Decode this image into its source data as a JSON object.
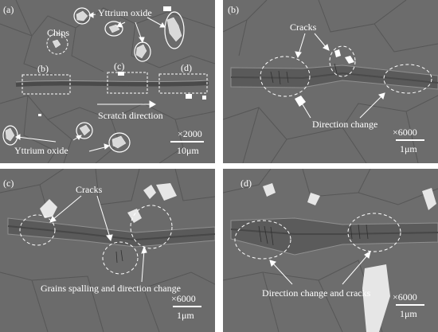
{
  "panels": [
    {
      "id": "a",
      "label": "(a)",
      "annotations": {
        "yttrium_oxide_top": "Yttrium oxide",
        "chips": "Chips",
        "region_b": "(b)",
        "region_c": "(c)",
        "region_d": "(d)",
        "scratch_direction": "Scratch direction",
        "yttrium_oxide_bottom": "Yttrium oxide"
      },
      "magnification": "×2000",
      "scale": "10μm"
    },
    {
      "id": "b",
      "label": "(b)",
      "annotations": {
        "cracks": "Cracks",
        "direction_change": "Direction change"
      },
      "magnification": "×6000",
      "scale": "1μm"
    },
    {
      "id": "c",
      "label": "(c)",
      "annotations": {
        "cracks": "Cracks",
        "grains_spalling": "Grains spalling and direction change"
      },
      "magnification": "×6000",
      "scale": "1μm"
    },
    {
      "id": "d",
      "label": "(d)",
      "annotations": {
        "direction_change_cracks": "Direction change and cracks"
      },
      "magnification": "×6000",
      "scale": "1μm"
    }
  ]
}
